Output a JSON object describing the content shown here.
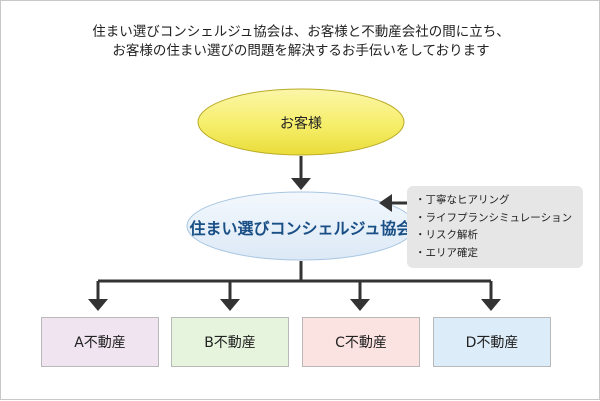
{
  "heading": {
    "line1": "住まい選びコンシェルジュ協会は、お客様と不動産会社の間に立ち、",
    "line2": "お客様の住まい選びの問題を解決するお手伝いをしております"
  },
  "nodes": {
    "customer": "お客様",
    "concierge": "住まい選びコンシェルジュ協会"
  },
  "services": [
    "丁寧なヒアリング",
    "ライフプランシミュレーション",
    "リスク解析",
    "エリア確定"
  ],
  "companies": [
    "A不動産",
    "B不動産",
    "C不動産",
    "D不動産"
  ],
  "colors": {
    "customer_fill": "#f6ee6a",
    "concierge_fill": "#e3eef8",
    "concierge_text": "#1a4f86",
    "company_a": "#f0e4f1",
    "company_b": "#e7f4dd",
    "company_c": "#fbe3e1",
    "company_d": "#dcecf9"
  }
}
